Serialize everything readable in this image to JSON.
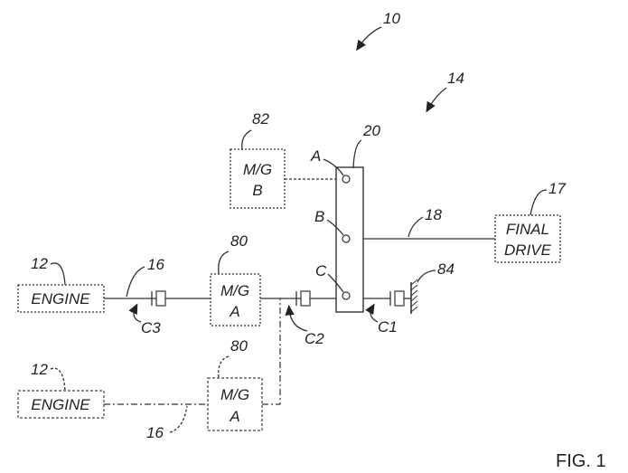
{
  "figure_label": "FIG. 1",
  "refs": {
    "system": "10",
    "transmission": "14",
    "planetary": "20",
    "engine_ref_top": "12",
    "engine_ref_bottom": "12",
    "shaft_ref_top": "16",
    "shaft_ref_bottom": "16",
    "mg_a_ref_top": "80",
    "mg_a_ref_bottom": "80",
    "mg_b_ref": "82",
    "output_shaft": "18",
    "final_drive_ref": "17",
    "ground": "84"
  },
  "nodes": {
    "A": "A",
    "B": "B",
    "C": "C"
  },
  "clutches": {
    "c1": "C1",
    "c2": "C2",
    "c3": "C3"
  },
  "boxes": {
    "engine_top": "ENGINE",
    "engine_bottom": "ENGINE",
    "mg_a_top_line1": "M/G",
    "mg_a_top_line2": "A",
    "mg_a_bottom_line1": "M/G",
    "mg_a_bottom_line2": "A",
    "mg_b_line1": "M/G",
    "mg_b_line2": "B",
    "final_drive_line1": "FINAL",
    "final_drive_line2": "DRIVE"
  }
}
